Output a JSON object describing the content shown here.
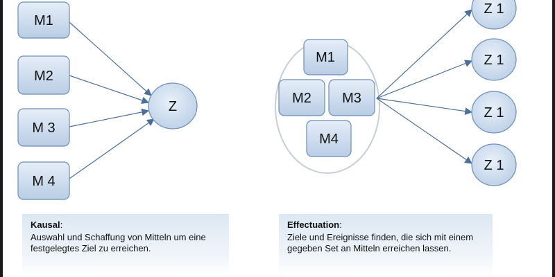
{
  "left_diagram": {
    "means": [
      "M1",
      "M2",
      "M 3",
      "M 4"
    ],
    "goal": "Z"
  },
  "right_diagram": {
    "means": [
      "M1",
      "M2",
      "M3",
      "M4"
    ],
    "goals": [
      "Z 1",
      "Z 1",
      "Z 1",
      "Z 1"
    ]
  },
  "captions": {
    "left": {
      "title": "Kausal",
      "suffix": ":",
      "body": "Auswahl und Schaffung von Mitteln um eine festgelegtes Ziel zu erreichen."
    },
    "right": {
      "title": "Effectuation",
      "suffix": ":",
      "body": "Ziele und Ereignisse finden, die sich mit einem gegeben Set an Mitteln erreichen lassen."
    }
  },
  "colors": {
    "box_fill_top": "#e6eef8",
    "box_fill_bottom": "#b9cde5",
    "box_stroke": "#6b8db6",
    "arrow": "#4a6f9c",
    "oval_stroke": "#c8ced3"
  }
}
